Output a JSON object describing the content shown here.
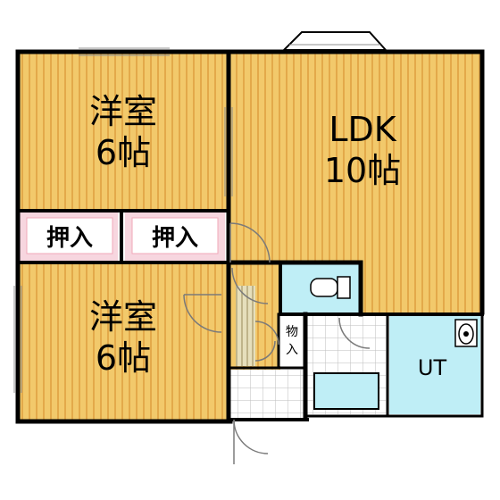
{
  "colors": {
    "wall": "#000000",
    "floor_wood": "#f2c96b",
    "floor_wood_stripe": "#e3a94a",
    "closet_pink": "#f7d6df",
    "wet_cyan": "#bfeef6",
    "tile_grid": "#bdbdbd",
    "storage_tan": "#d9cfa3",
    "door_line": "#7a7a7a",
    "window_line": "#8f8f8f"
  },
  "rooms": {
    "bedroom_top": {
      "line1": "洋室",
      "line2": "6帖"
    },
    "bedroom_bottom": {
      "line1": "洋室",
      "line2": "6帖"
    },
    "ldk": {
      "line1": "LDK",
      "line2": "10帖"
    },
    "closet_left": {
      "label": "押入"
    },
    "closet_right": {
      "label": "押入"
    },
    "storage": {
      "label_top": "物",
      "label_bottom": "入"
    },
    "utility": {
      "label": "UT"
    }
  }
}
